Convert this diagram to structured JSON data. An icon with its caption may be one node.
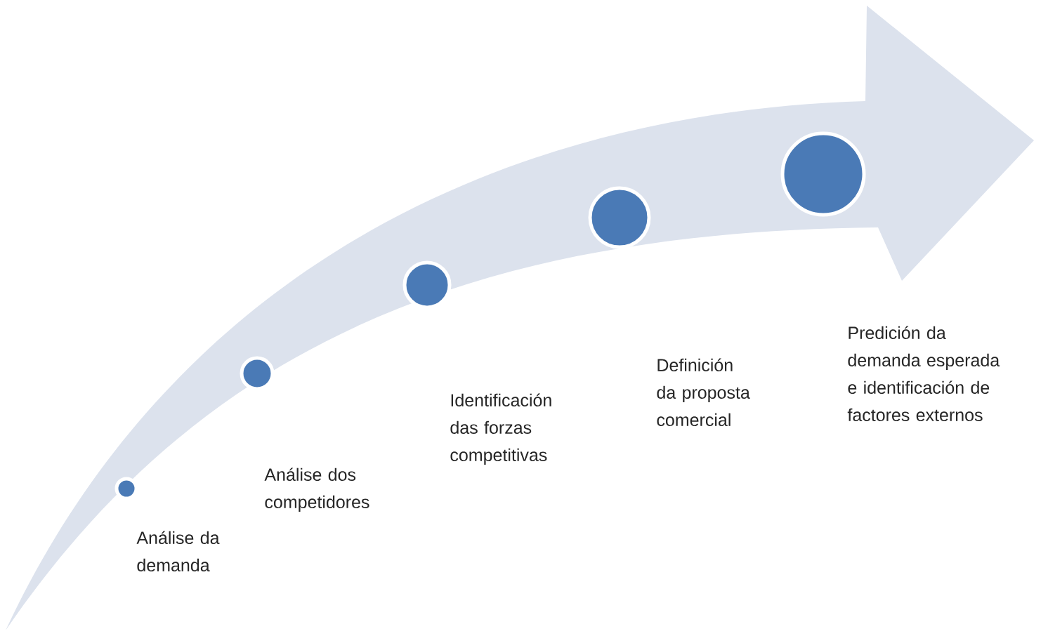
{
  "diagram": {
    "nodes": [
      {
        "text": [],
        "shape": "circle"
      },
      {
        "text": [],
        "shape": "circle"
      },
      {
        "text": [],
        "shape": "circle"
      },
      {
        "text": [],
        "shape": "circle"
      },
      {
        "text": [],
        "shape": "circle"
      }
    ],
    "labels": [
      "Análise da demanda",
      "Análise dos competidores",
      "Identificación das forzas competitivas",
      "Definición da proposta comercial",
      "Predición da demanda esperada e identificación de factores externos"
    ]
  }
}
